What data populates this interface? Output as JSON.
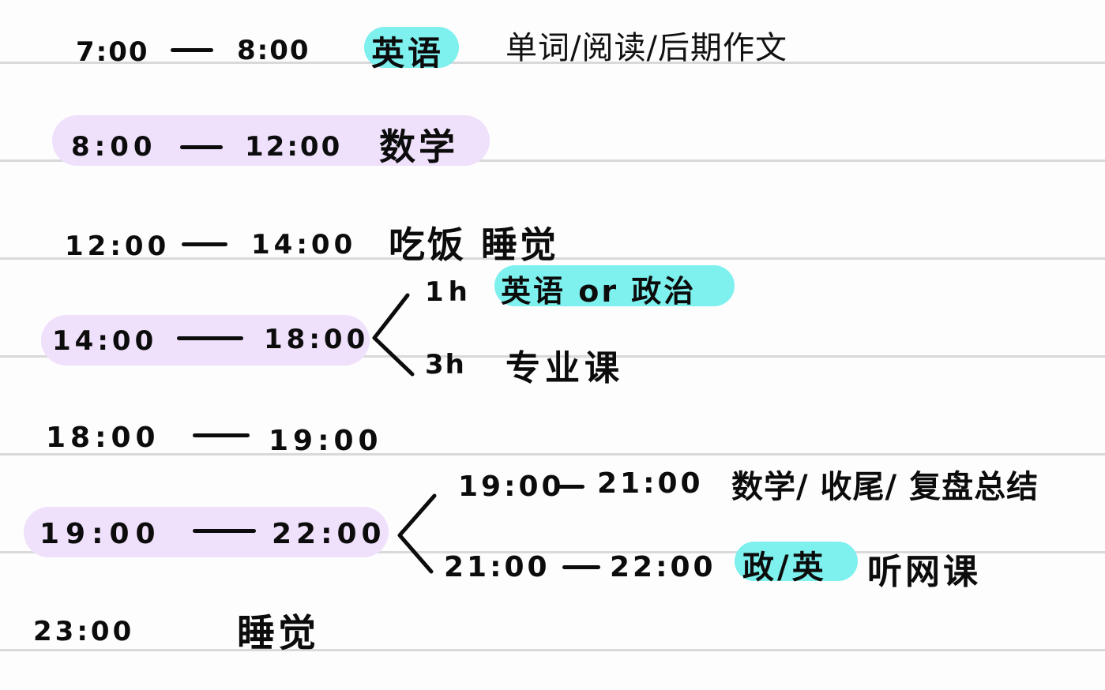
{
  "colors": {
    "rule_line": "#d9d9db",
    "highlight_purple": "#efe0fb",
    "highlight_cyan": "#7ef0ee",
    "ink": "#0c0c0c",
    "paper": "#fefdfe"
  },
  "schedule": [
    {
      "start": "7:00",
      "end": "8:00",
      "subject": "英语",
      "subject_highlight": "cyan",
      "note": "单词/阅读/后期作文"
    },
    {
      "start": "8:00",
      "end": "12:00",
      "subject": "数学",
      "row_highlight": "purple"
    },
    {
      "start": "12:00",
      "end": "14:00",
      "subject": "吃饭 睡觉"
    },
    {
      "start": "14:00",
      "end": "18:00",
      "row_highlight": "purple",
      "branches": [
        {
          "duration": "1h",
          "subject": "英语 or 政治",
          "subject_highlight": "cyan"
        },
        {
          "duration": "3h",
          "subject": "专业课"
        }
      ]
    },
    {
      "start": "18:00",
      "end": "19:00"
    },
    {
      "start": "19:00",
      "end": "22:00",
      "row_highlight": "purple",
      "branches": [
        {
          "start": "19:00",
          "end": "21:00",
          "subject": "数学/ 收尾/ 复盘总结"
        },
        {
          "start": "21:00",
          "end": "22:00",
          "subject": "政/英",
          "subject_highlight": "cyan",
          "suffix": "听网课"
        }
      ]
    },
    {
      "start": "23:00",
      "subject": "睡觉"
    }
  ]
}
